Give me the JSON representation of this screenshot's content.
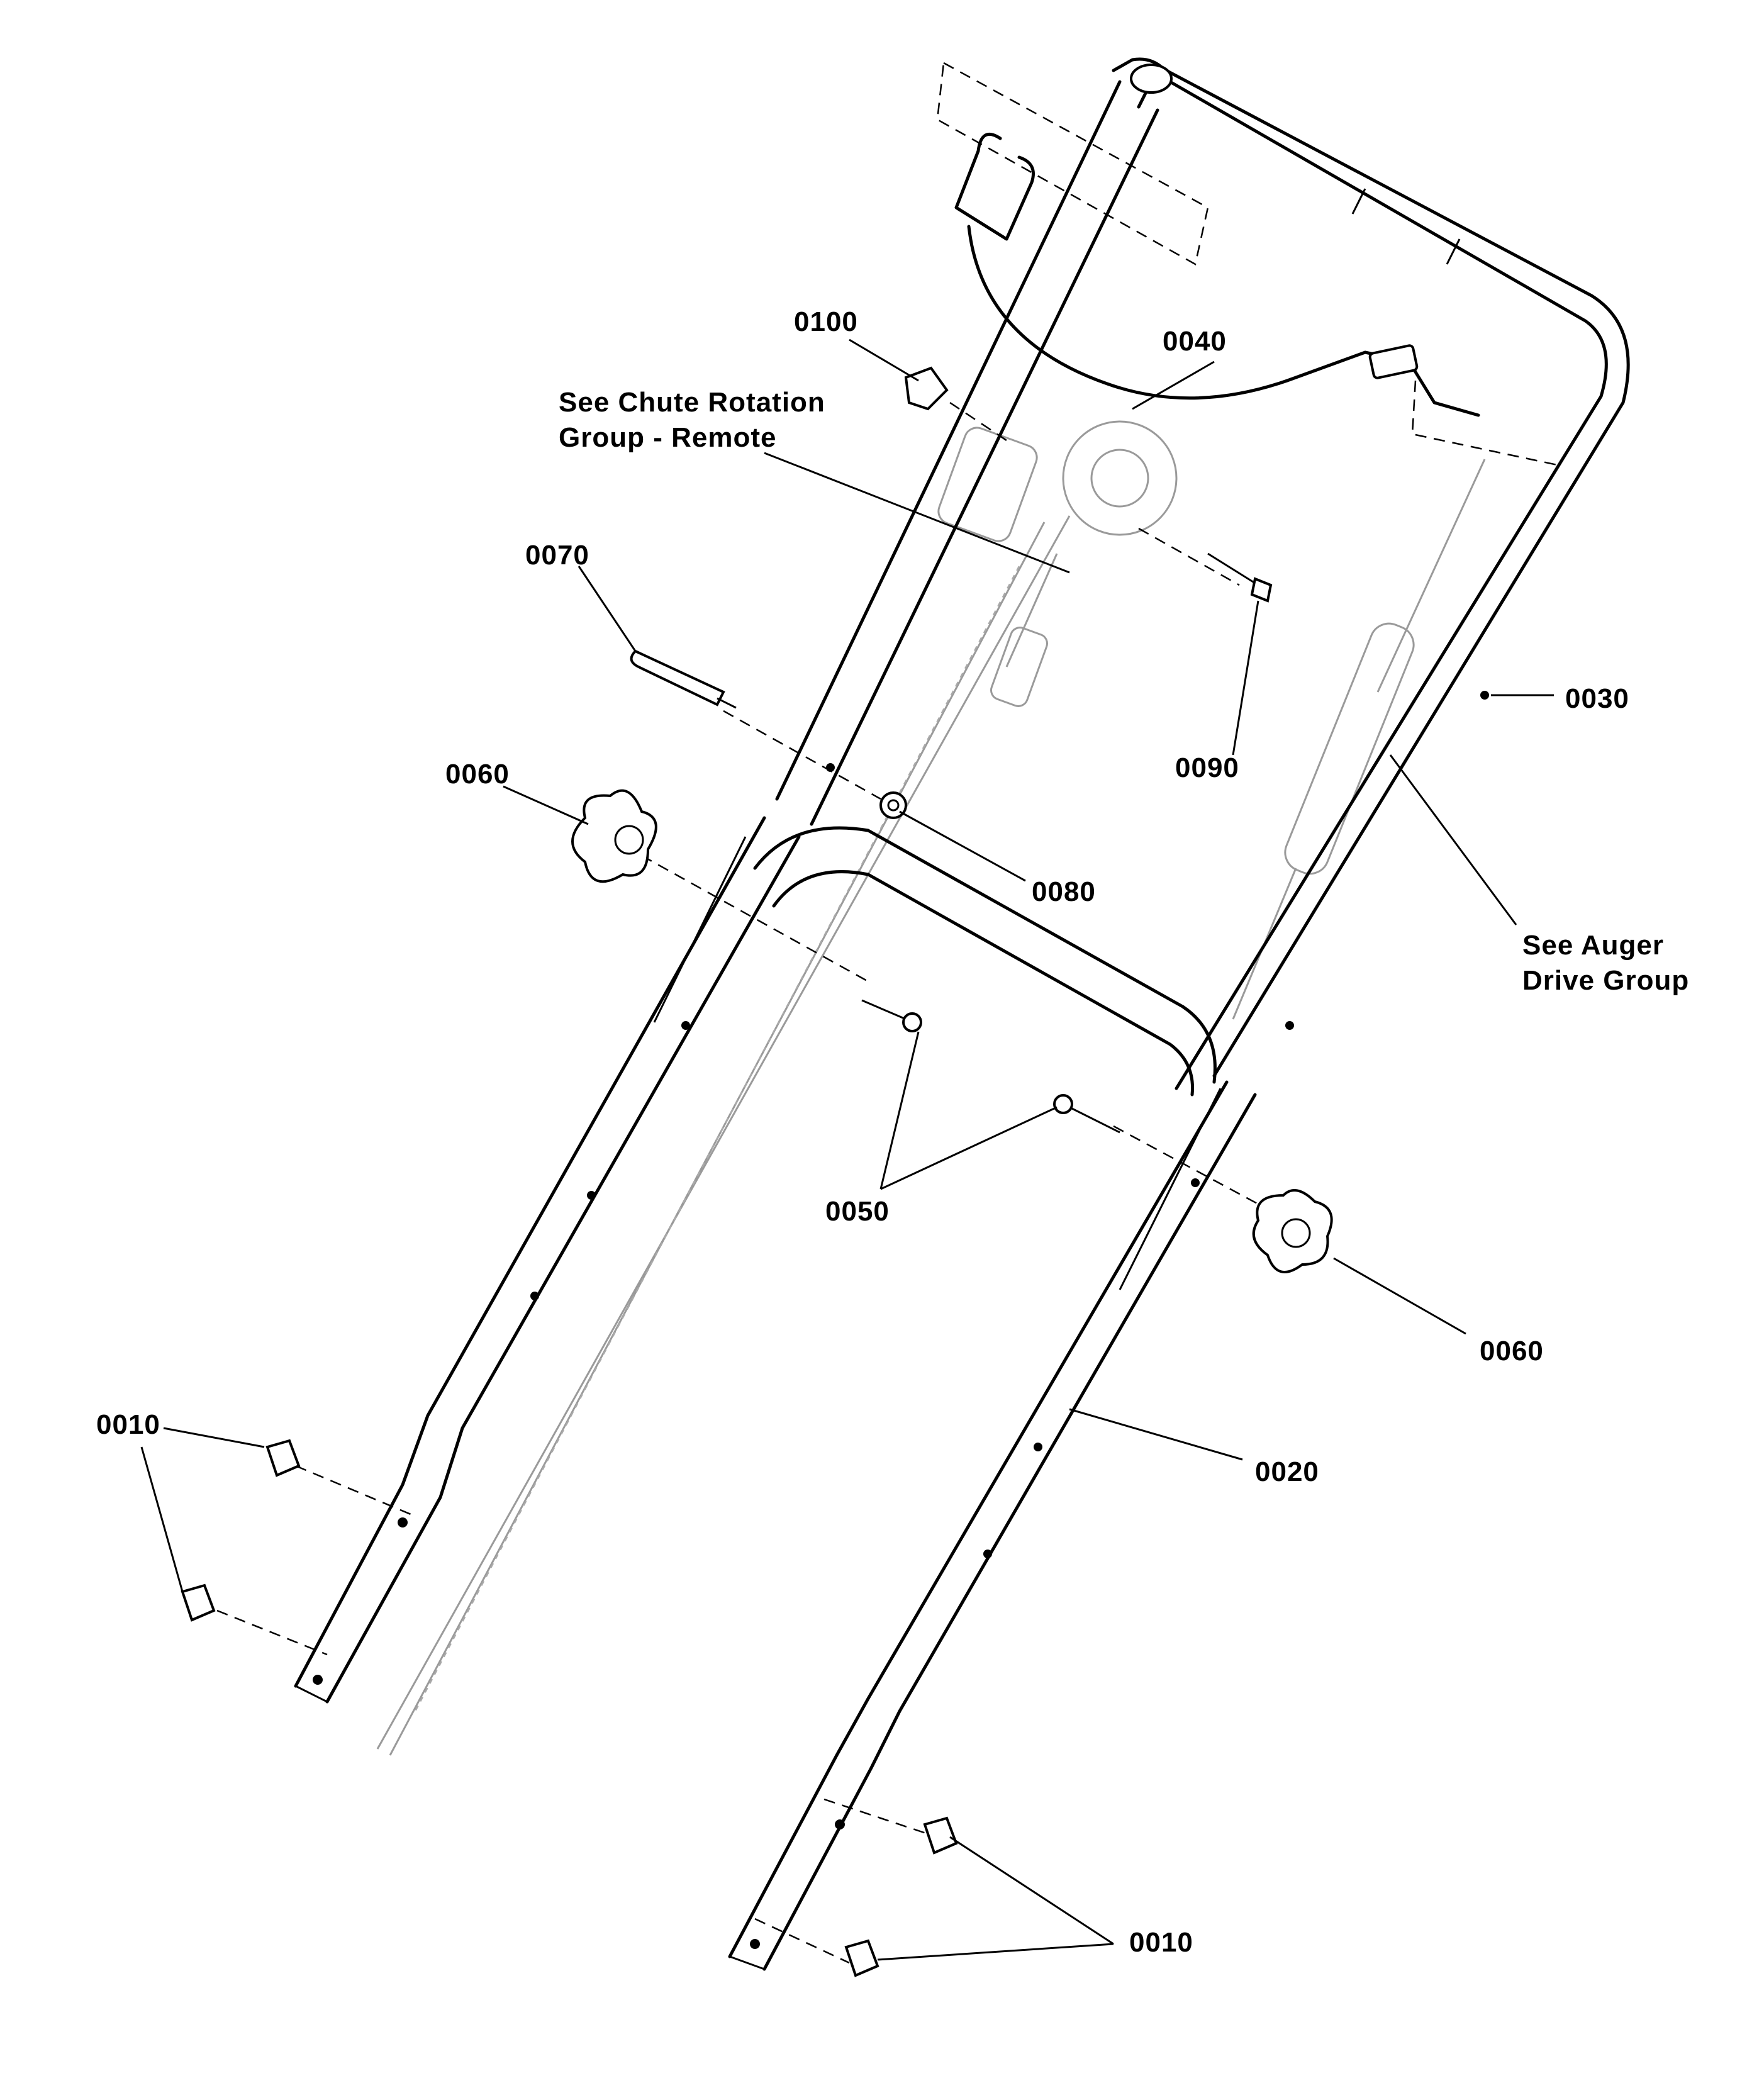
{
  "diagram": {
    "callouts": [
      {
        "id": "c0100",
        "text": "0100"
      },
      {
        "id": "c0040",
        "text": "0040"
      },
      {
        "id": "c_chute",
        "text": "See Chute Rotation\nGroup - Remote"
      },
      {
        "id": "c0070",
        "text": "0070"
      },
      {
        "id": "c0090",
        "text": "0090"
      },
      {
        "id": "c0030",
        "text": "0030"
      },
      {
        "id": "c0060a",
        "text": "0060"
      },
      {
        "id": "c0080",
        "text": "0080"
      },
      {
        "id": "c_auger",
        "text": "See Auger\nDrive Group"
      },
      {
        "id": "c0050",
        "text": "0050"
      },
      {
        "id": "c0060b",
        "text": "0060"
      },
      {
        "id": "c0010a",
        "text": "0010"
      },
      {
        "id": "c0020",
        "text": "0020"
      },
      {
        "id": "c0010b",
        "text": "0010"
      }
    ]
  }
}
